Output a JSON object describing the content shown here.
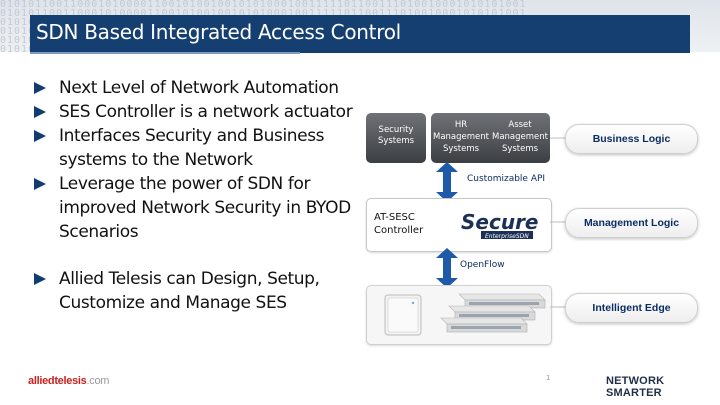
{
  "title": "SDN Based Integrated Access Control",
  "binary_pattern": "010101100110001010000110010100100101010001001111101100111010010001010101001",
  "bullets": {
    "main": [
      "Next Level of Network Automation",
      "SES Controller is a network actuator",
      "Interfaces Security and Business systems to the Network",
      "Leverage the power of SDN for improved Network Security in BYOD Scenarios"
    ],
    "extra": "Allied Telesis can Design, Setup, Customize and Manage SES"
  },
  "diagram": {
    "security_systems": "Security Systems",
    "hr_systems": "HR Management Systems",
    "asset_systems": "Asset Management Systems",
    "api_label": "Customizable API",
    "controller_label": "AT-SESC Controller",
    "secure_logo": "Secure",
    "secure_logo_sub": "EnterpriseSDN",
    "openflow_label": "OpenFlow"
  },
  "layers": {
    "business": "Business Logic",
    "management": "Management Logic",
    "edge": "Intelligent Edge"
  },
  "footer": {
    "brand": "alliedtelesis",
    "domain": ".com",
    "page": "1",
    "tagline": "NETWORK SMARTER"
  },
  "colors": {
    "title_bg": "#163f71",
    "bullet_arrow": "#0f3c73",
    "accent_arrow": "#1f5aa8",
    "brand_red": "#c8221f"
  }
}
